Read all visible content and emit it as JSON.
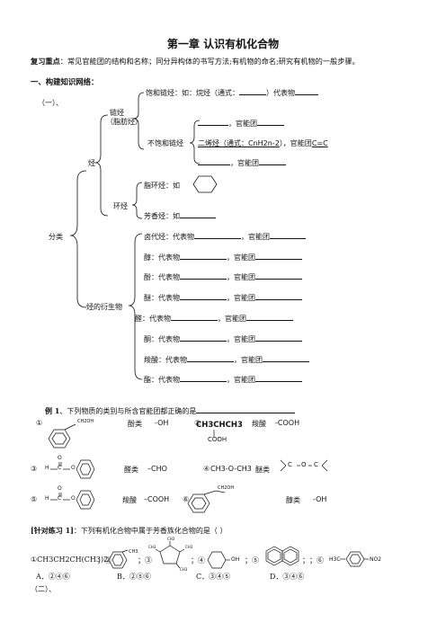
{
  "title": "第一章  认识有机化合物",
  "review": {
    "label": "复习重点",
    "text": "：常见官能团的结构和名称；同分异构体的书写方法;有机物的命名;研究有机物的一般步骤。"
  },
  "section1": "一、构建知识网络：",
  "part1": "（一）、",
  "tree": {
    "fenlei": "分类",
    "ting": "烃",
    "liantin": "链烃",
    "zhifangting": "（脂肪烃）",
    "baohe": "饱和链烃：如：烷烃（通式：",
    "baohe_end": "）代表物",
    "buhe": "不饱和链烃",
    "guannengtuan": "，官能团",
    "erxi_a": "二烯烃（通式：",
    "erxi_formula": "CnH2n-2",
    "erxi_b": "），官能团",
    "erxi_group": "C=C",
    "huanting": "环烃",
    "zhihuan": "脂环烃：如",
    "fangxiang": "芳香烃：如",
    "yanshengwu": "烃的衍生物",
    "derivs": [
      {
        "name": "卤代烃：代表物",
        "g": "，官能团"
      },
      {
        "name": "醇：代表物",
        "g": "，官能团"
      },
      {
        "name": "酚：代表物",
        "g": "，官能团"
      },
      {
        "name": "醚：代表物",
        "g": "，官能团"
      },
      {
        "name": "醛：代表物",
        "g": "，官能团"
      },
      {
        "name": "酮：代表物",
        "g": "，官能团"
      },
      {
        "name": "羧酸：代表物",
        "g": "，官能团"
      },
      {
        "name": "酯：代表物",
        "g": "，官能团"
      }
    ]
  },
  "example1": {
    "label": "例 1",
    "text": "、下列物质的类别与所含官能团都正确的是",
    "items": [
      {
        "num": "①",
        "sub": "CH2OH",
        "cls": "酚类",
        "grp": "-OH"
      },
      {
        "num": "②",
        "formula": "CH3CHCH3",
        "sub": "COOH",
        "cls": "羧酸",
        "grp": "-COOH"
      },
      {
        "num": "③",
        "h": "H",
        "c": "C",
        "o": "O",
        "o2": "O",
        "cls": "醛类",
        "grp": "–CHO"
      },
      {
        "num": "④",
        "formula": "CH3-O-CH3",
        "cls": "醚类",
        "c1": "C",
        "o": "O",
        "c2": "C"
      },
      {
        "num": "⑤",
        "h": "H",
        "c": "C",
        "o": "O",
        "o2": "O",
        "cls": "羧酸",
        "grp": "–COOH"
      },
      {
        "num": "⑥",
        "sub": "CH2OH",
        "cls": "醇类",
        "grp": "-OH"
      }
    ]
  },
  "practice1": {
    "label": "[针对练习 1]",
    "text": "：下列有机化合物中属于芳香族化合物的是（          ）",
    "o1": "①CH3CH2CH(CH3)2",
    "o2": "；②",
    "o2sub": "CH3",
    "o3": "；③",
    "o3labels": [
      "CH3",
      "CH3",
      "CH3",
      "CH3"
    ],
    "o4": "；④",
    "o4sub": "OH",
    "o5": "；⑤",
    "o6": "；⑥",
    "o6a": "H3C",
    "o6b": "NO2",
    "sep": "；",
    "choices": [
      "A．②④⑥",
      "B．②⑤⑥",
      "C．③④⑤",
      "D．③④⑥"
    ]
  },
  "part2": "（二）、"
}
